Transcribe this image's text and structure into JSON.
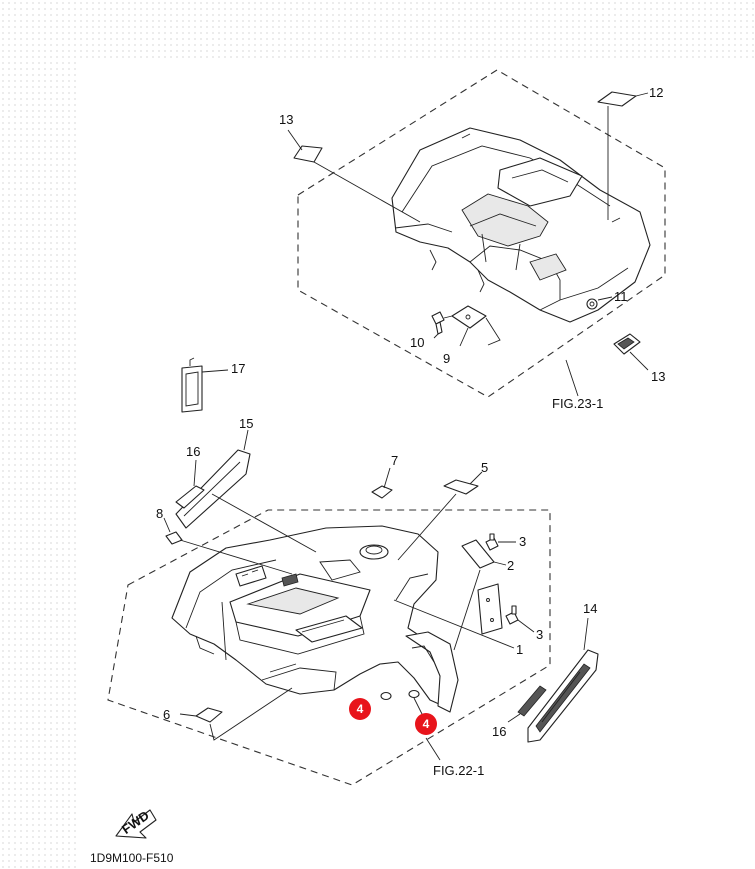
{
  "callouts": {
    "c1": "1",
    "c2": "2",
    "c3a": "3",
    "c3b": "3",
    "c4a": "4",
    "c4b": "4",
    "c5": "5",
    "c6": "6",
    "c7": "7",
    "c8": "8",
    "c9": "9",
    "c10": "10",
    "c11": "11",
    "c12": "12",
    "c13a": "13",
    "c13b": "13",
    "c14": "14",
    "c15": "15",
    "c16a": "16",
    "c16b": "16",
    "c17": "17"
  },
  "figure_refs": {
    "rear": "FIG.23-1",
    "front": "FIG.22-1"
  },
  "fwd_label": "FWD",
  "drawing_code": "1D9M100-F510",
  "colors": {
    "highlight_badge": "#e8141b",
    "line": "#222222"
  }
}
